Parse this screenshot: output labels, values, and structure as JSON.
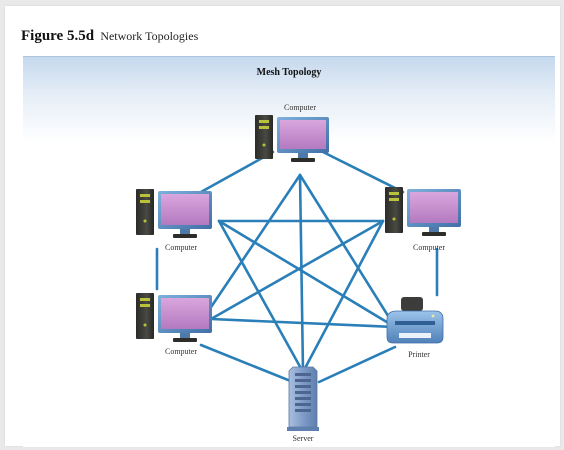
{
  "figure": {
    "number": "Figure 5.5d",
    "title": "Network Topologies"
  },
  "panel": {
    "title": "Mesh Topology"
  },
  "nodes": [
    {
      "id": "top",
      "type": "computer",
      "label": "Computer"
    },
    {
      "id": "upper_left",
      "type": "computer",
      "label": "Computer"
    },
    {
      "id": "upper_right",
      "type": "computer",
      "label": "Computer"
    },
    {
      "id": "lower_left",
      "type": "computer",
      "label": "Computer"
    },
    {
      "id": "printer",
      "type": "printer",
      "label": "Printer"
    },
    {
      "id": "server",
      "type": "server",
      "label": "Server"
    }
  ],
  "colors": {
    "link": "#2a7fb8",
    "monitor_screen": "#c98fcf",
    "monitor_frame": "#5b8dc2",
    "tower": "#3a3a36",
    "tower_light": "#b9c23a",
    "server_body": "#8aa6cf"
  }
}
